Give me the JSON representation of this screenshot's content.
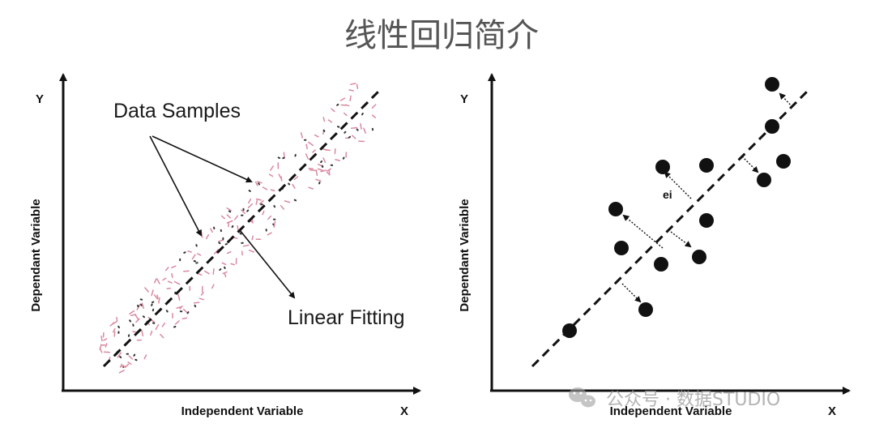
{
  "title": "线性回归简介",
  "left_panel": {
    "y_letter": "Y",
    "x_letter": "X",
    "y_axis_label": "Dependant Variable",
    "x_axis_label": "Independent Variable",
    "annotation_samples": "Data Samples",
    "annotation_fit": "Linear Fitting"
  },
  "right_panel": {
    "y_letter": "Y",
    "x_letter": "X",
    "y_axis_label": "Dependant Variable",
    "x_axis_label": "Independent Variable",
    "residual_label": "ei"
  },
  "watermark": {
    "text": "公众号 · 数据STUDIO",
    "icon": "wechat-icon"
  },
  "colors": {
    "sample_mark": "#d98a9e",
    "dark_mark": "#333333",
    "point": "#111111"
  }
}
